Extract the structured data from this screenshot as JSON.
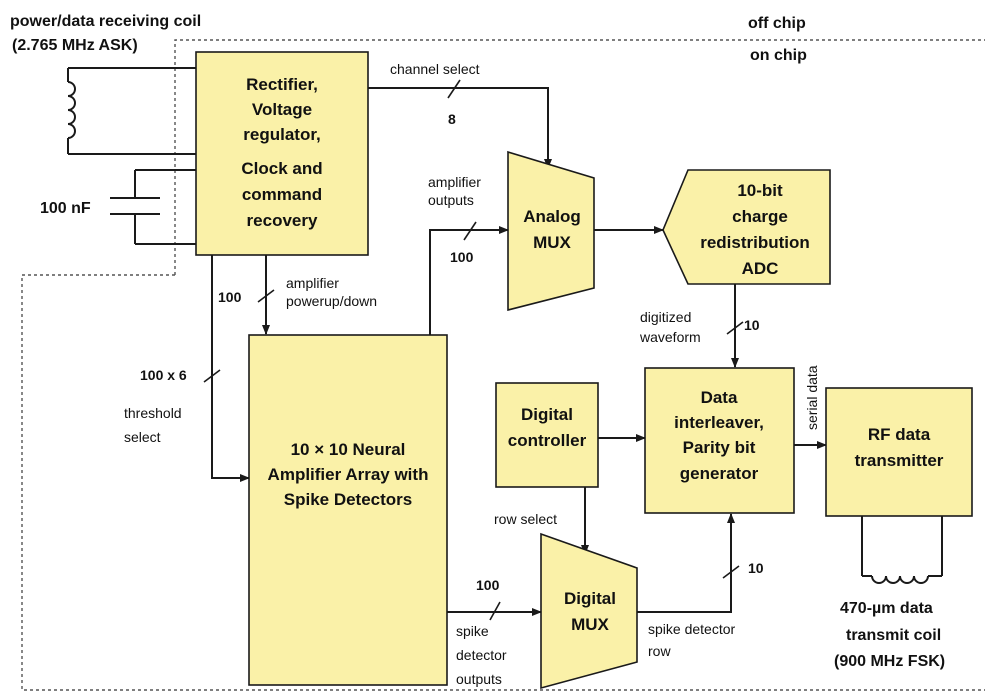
{
  "labels": {
    "receiving_coil_l1": "power/data receiving coil",
    "receiving_coil_l2": "(2.765 MHz ASK)",
    "off_chip": "off chip",
    "on_chip": "on chip",
    "capacitor": "100 nF",
    "channel_select": "channel select",
    "channel_select_width": "8",
    "amp_outputs_l1": "amplifier",
    "amp_outputs_l2": "outputs",
    "amp_outputs_width": "100",
    "amp_power_l1": "amplifier",
    "amp_power_l2": "powerup/down",
    "amp_power_width": "100",
    "threshold_width": "100 x 6",
    "threshold_l1": "threshold",
    "threshold_l2": "select",
    "digitized_l1": "digitized",
    "digitized_l2": "waveform",
    "digitized_width": "10",
    "serial_data": "serial data",
    "row_select": "row select",
    "spike_out_width": "100",
    "spike_out_l1": "spike",
    "spike_out_l2": "detector",
    "spike_out_l3": "outputs",
    "spike_row_l1": "spike detector",
    "spike_row_l2": "row",
    "spike_row_width": "10",
    "tx_coil_l1": "470-µm data",
    "tx_coil_l2": "transmit coil",
    "tx_coil_l3": "(900 MHz FSK)"
  },
  "blocks": {
    "rectifier": [
      "Rectifier,",
      "Voltage",
      "regulator,",
      "Clock and",
      "command",
      "recovery"
    ],
    "analog_mux": [
      "Analog",
      "MUX"
    ],
    "adc": [
      "10-bit",
      "charge",
      "redistribution",
      "ADC"
    ],
    "amp_array": [
      "10 × 10 Neural",
      "Amplifier Array with",
      "Spike Detectors"
    ],
    "digital_controller": [
      "Digital",
      "controller"
    ],
    "interleaver": [
      "Data",
      "interleaver,",
      "Parity bit",
      "generator"
    ],
    "rf_tx": [
      "RF data",
      "transmitter"
    ],
    "digital_mux": [
      "Digital",
      "MUX"
    ]
  },
  "colors": {
    "block_fill": "#faf1a8",
    "line": "#1a1a1a"
  }
}
